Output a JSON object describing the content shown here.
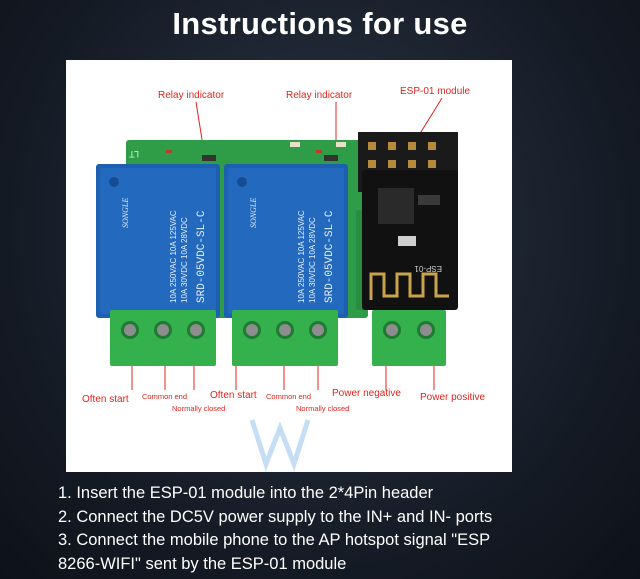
{
  "title": "Instructions for use",
  "diagram": {
    "top_labels": {
      "relay_indicator_1": "Relay indicator",
      "relay_indicator_2": "Relay indicator",
      "esp_module": "ESP-01 module"
    },
    "bottom_labels": {
      "often_start_1": "Often start",
      "common_end_1": "Common end",
      "normally_closed_1": "Normally closed",
      "often_start_2": "Often start",
      "common_end_2": "Common end",
      "normally_closed_2": "Normally closed",
      "power_negative": "Power negative",
      "power_positive": "Power positive"
    },
    "relay_brand": "SONGLE",
    "relay_model": "SRD-05VDC-SL-C",
    "relay_rating_1": "10A 250VAC 10A 125VAC",
    "relay_rating_2": "10A 30VDC 10A 28VDC",
    "esp_chip_label": "ESP-01"
  },
  "steps": [
    "1. Insert the ESP-01 module into the 2*4Pin header",
    "2. Connect the DC5V power supply to the IN+ and IN- ports",
    "3. Connect the mobile phone to the AP hotspot signal \"ESP",
    "8266-WIFI\" sent by the ESP-01 module"
  ],
  "colors": {
    "background": "#161c27",
    "pcb": "#2f9c47",
    "relay": "#1d5fb0",
    "terminal": "#34b04d",
    "label_red": "#e0241b"
  }
}
